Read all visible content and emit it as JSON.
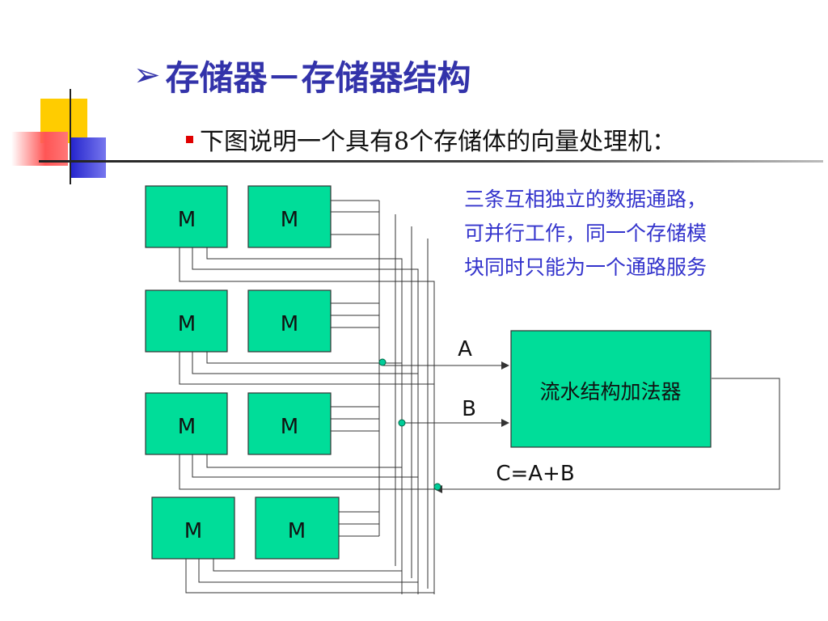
{
  "title": {
    "arrow": "➢",
    "text": "存储器－存储器结构"
  },
  "bullet": {
    "text": "下图说明一个具有8个存储体的向量处理机："
  },
  "note": {
    "lines": [
      "三条互相独立的数据通路，",
      "可并行工作，同一个存储模",
      "块同时只能为一个通路服务"
    ]
  },
  "diagram": {
    "memory_label": "M",
    "memory_count": 8,
    "adder_label": "流水结构加法器",
    "path_a": "A",
    "path_b": "B",
    "result": "C=A+B"
  },
  "colors": {
    "title": "#3333aa",
    "note": "#3333cc",
    "box_fill": "#00dd99",
    "accent_red": "#ff3333",
    "accent_yellow": "#ffcc00",
    "accent_blue": "#3333cc"
  }
}
